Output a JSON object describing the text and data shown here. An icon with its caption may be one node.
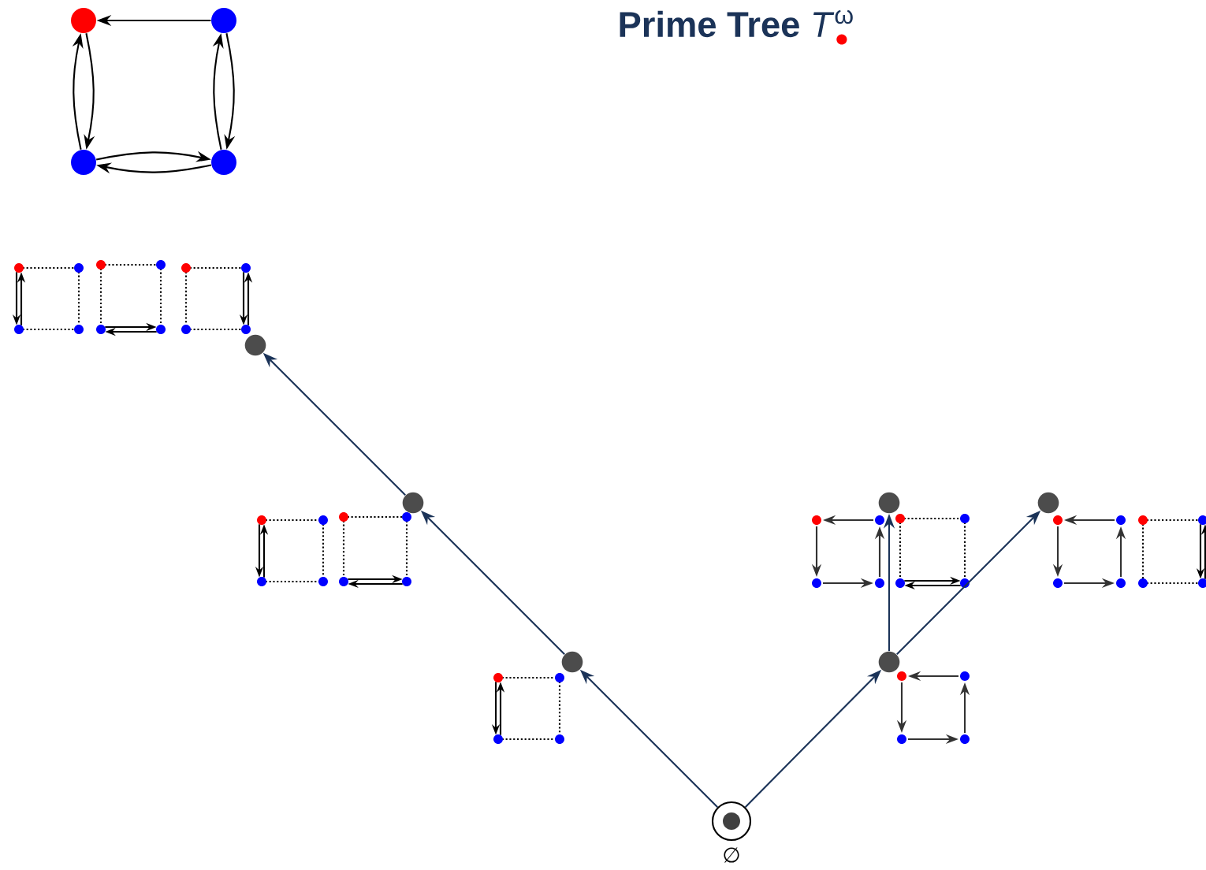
{
  "diagram": {
    "title": "**Prime Tree** *T*$^{ω}$",
    "nodes": [
      {
        "text": [],
        "shape": "circle"
      },
      {
        "text": [],
        "shape": "circle"
      },
      {
        "text": [],
        "shape": "circle"
      },
      {
        "text": [],
        "shape": "circle"
      },
      {
        "text": [],
        "shape": "circle"
      },
      {
        "text": [],
        "shape": "circle"
      },
      {
        "text": [],
        "shape": "circle"
      },
      {
        "text": [],
        "shape": "circle"
      },
      {
        "text": [],
        "shape": "circle"
      },
      {
        "text": [],
        "shape": "circle"
      },
      {
        "text": [],
        "shape": "circle",
        "beside": [
          "∅"
        ]
      }
    ],
    "edges": [
      {
        "from": 1,
        "to": 0,
        "arrow": "to"
      },
      {
        "from": 2,
        "to": 0,
        "arrow": "to"
      },
      {
        "from": 0,
        "to": 2,
        "arrow": "to"
      },
      {
        "from": 3,
        "to": 1,
        "arrow": "to"
      },
      {
        "from": 1,
        "to": 3,
        "arrow": "to"
      },
      {
        "from": 2,
        "to": 3,
        "arrow": "to"
      },
      {
        "from": 3,
        "to": 2,
        "arrow": "to"
      },
      {
        "from": 10,
        "to": 8,
        "arrow": "to",
        "color": "#1b3358"
      },
      {
        "from": 8,
        "to": 5,
        "arrow": "to",
        "color": "#1b3358"
      },
      {
        "from": 5,
        "to": 4,
        "arrow": "to",
        "color": "#1b3358"
      },
      {
        "from": 10,
        "to": 9,
        "arrow": "to",
        "color": "#1b3358"
      },
      {
        "from": 9,
        "to": 6,
        "arrow": "to",
        "color": "#1b3358"
      },
      {
        "from": 9,
        "to": 7,
        "arrow": "to",
        "color": "#1b3358"
      }
    ]
  }
}
